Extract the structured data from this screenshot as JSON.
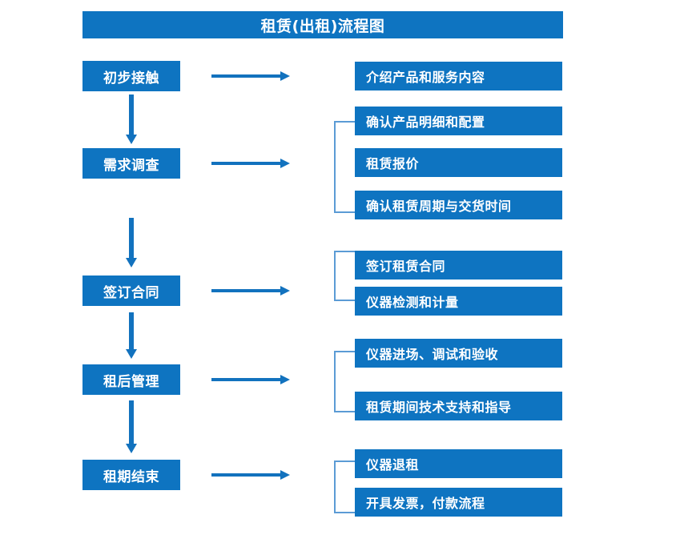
{
  "diagram": {
    "title": "租赁(出租)流程图",
    "colors": {
      "box_blue": "#0E74C1",
      "arrow_blue": "#1272BE",
      "bracket_blue": "#5B9BD5",
      "text_white": "#FFFFFF",
      "background": "#FFFFFF"
    },
    "stages": [
      {
        "label": "初步接触"
      },
      {
        "label": "需求调查"
      },
      {
        "label": "签订合同"
      },
      {
        "label": "租后管理"
      },
      {
        "label": "租期结束"
      }
    ],
    "tasks": [
      {
        "label": "介绍产品和服务内容"
      },
      {
        "label": "确认产品明细和配置"
      },
      {
        "label": "租赁报价"
      },
      {
        "label": "确认租赁周期与交货时间"
      },
      {
        "label": "签订租赁合同"
      },
      {
        "label": "仪器检测和计量"
      },
      {
        "label": "仪器进场、调试和验收"
      },
      {
        "label": "租赁期间技术支持和指导"
      },
      {
        "label": "仪器退租"
      },
      {
        "label": "开具发票，付款流程"
      }
    ]
  }
}
